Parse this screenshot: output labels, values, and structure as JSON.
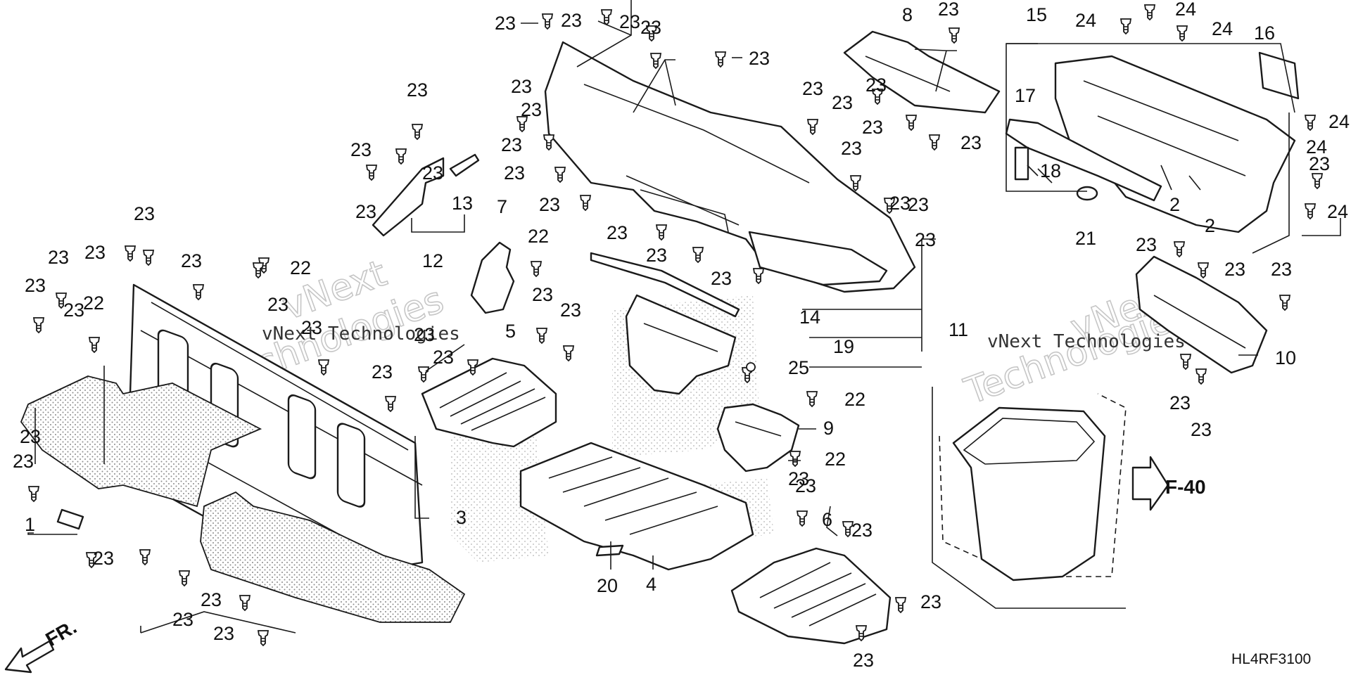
{
  "diagram": {
    "watermarks": [
      {
        "big_line1": "vNext",
        "big_line2": "Technologies",
        "small": "vNext Technologies"
      },
      {
        "big_line1": "vNext",
        "big_line2": "Technologies",
        "small": "vNext Technologies"
      }
    ],
    "front_arrow_label": "FR.",
    "reference_label": "F-40",
    "drawing_code": "HL4RF3100",
    "callouts": {
      "c1": "1",
      "c2a": "2",
      "c2b": "2",
      "c3": "3",
      "c4": "4",
      "c5": "5",
      "c6": "6",
      "c7": "7",
      "c8": "8",
      "c9": "9",
      "c10": "10",
      "c11": "11",
      "c12": "12",
      "c13": "13",
      "c14": "14",
      "c15": "15",
      "c16": "16",
      "c17": "17",
      "c18": "18",
      "c19": "19",
      "c20": "20",
      "c21": "21",
      "c22a": "22",
      "c22b": "22",
      "c22c": "22",
      "c22d": "22",
      "c22e": "22",
      "c24a": "24",
      "c24b": "24",
      "c24c": "24",
      "c24d": "24",
      "c24e": "24",
      "c24f": "24",
      "c25": "25",
      "c23": [
        "23",
        "23",
        "23",
        "23",
        "23",
        "23",
        "23",
        "23",
        "23",
        "23",
        "23",
        "23",
        "23",
        "23",
        "23",
        "23",
        "23",
        "23",
        "23",
        "23",
        "23",
        "23",
        "23",
        "23",
        "23",
        "23",
        "23",
        "23",
        "23",
        "23",
        "23",
        "23",
        "23",
        "23",
        "23",
        "23",
        "23",
        "23",
        "23",
        "23",
        "23",
        "23",
        "23",
        "23",
        "23",
        "23",
        "23",
        "23",
        "23",
        "23",
        "23",
        "23",
        "23",
        "23",
        "23",
        "23",
        "23"
      ]
    }
  }
}
